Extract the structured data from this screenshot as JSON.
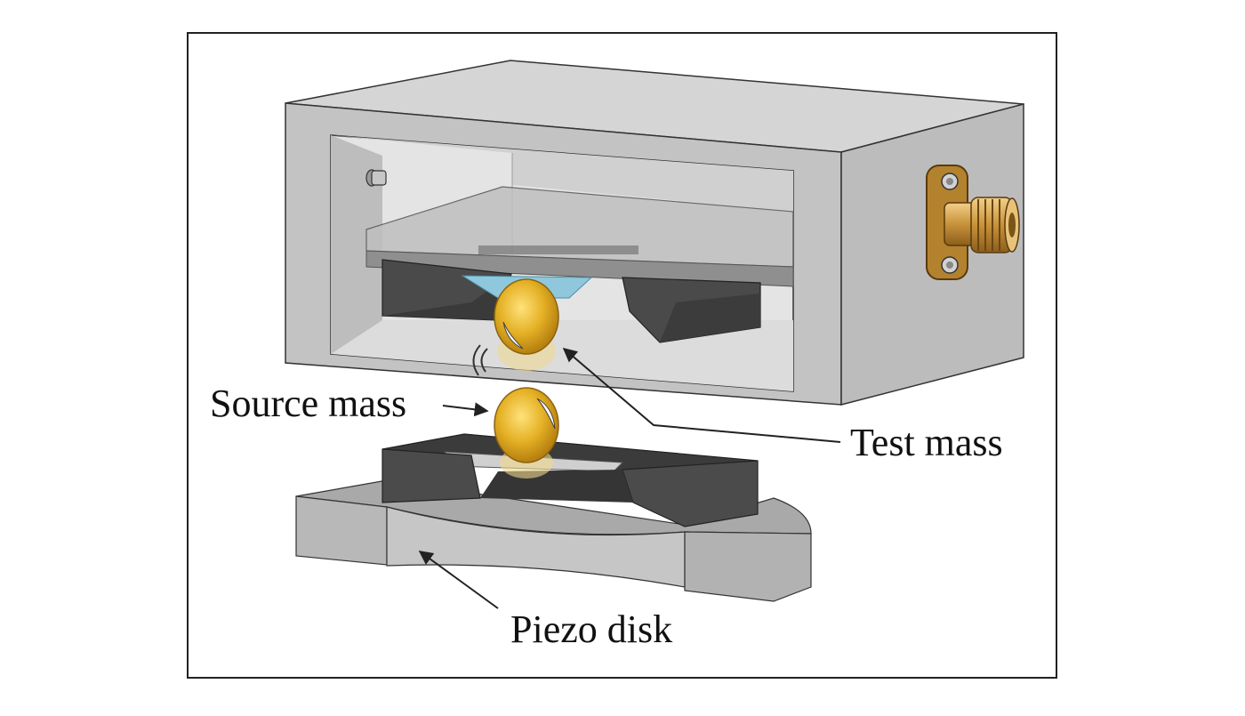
{
  "figure": {
    "labels": {
      "source_mass": "Source mass",
      "test_mass": "Test mass",
      "piezo_disk": "Piezo disk"
    },
    "colors": {
      "frame": "#222222",
      "housing_front": "#c4c4c4",
      "housing_top": "#d6d6d6",
      "housing_side": "#bcbcbc",
      "cavity": "#e3e3e3",
      "dark_block": "#4a4a4a",
      "gold": "#e3b12a",
      "connector": "#c9973a",
      "piezo_gray": "#bdbdbd"
    }
  }
}
